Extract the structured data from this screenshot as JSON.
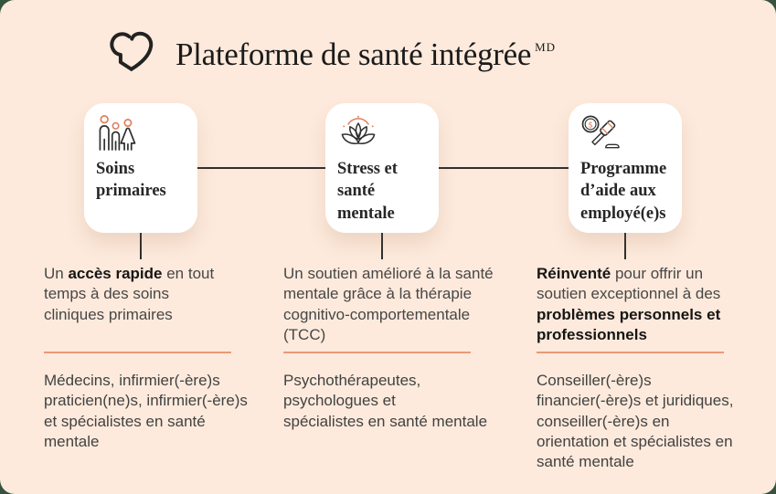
{
  "theme": {
    "outer_bg": "#37523f",
    "panel_bg": "#fdeadc",
    "card_bg": "#ffffff",
    "heading_color": "#1b1b1b",
    "body_color": "#474747",
    "accent_coral": "#e0815c",
    "divider_salmon": "#e89b78",
    "connector_dark": "#2f2f2f"
  },
  "header": {
    "title": "Plateforme de santé intégrée",
    "trademark": "MD",
    "logo_icon": "heart-chat-logo"
  },
  "cards": [
    {
      "icon": "family-icon",
      "title": "Soins\nprimaires"
    },
    {
      "icon": "lotus-icon",
      "title": "Stress et\nsanté\nmentale"
    },
    {
      "icon": "coin-gavel-icon",
      "title": "Programme\nd’aide aux\nemployé(e)s"
    }
  ],
  "columns": [
    {
      "intro": [
        {
          "t": "Un ",
          "b": false
        },
        {
          "t": "accès rapide",
          "b": true
        },
        {
          "t": " en tout\ntemps à des soins\ncliniques primaires",
          "b": false
        }
      ],
      "providers": "Médecins, infirmier(-ère)s\npraticien(ne)s, infirmier(-ère)s\net spécialistes en santé\nmentale"
    },
    {
      "intro": [
        {
          "t": "Un soutien amélioré à la santé\nmentale grâce à la thérapie\ncognitivo-comportementale\n(TCC)",
          "b": false
        }
      ],
      "providers": "Psychothérapeutes,\npsychologues et\nspécialistes en santé mentale"
    },
    {
      "intro": [
        {
          "t": "Réinventé",
          "b": true
        },
        {
          "t": " pour offrir un\nsoutien exceptionnel à des\n",
          "b": false
        },
        {
          "t": "problèmes personnels et\nprofessionnels",
          "b": true
        }
      ],
      "providers": "Conseiller(-ère)s\nfinancier(-ère)s et juridiques,\nconseiller(-ère)s en\norientation et spécialistes en\nsanté mentale"
    }
  ]
}
